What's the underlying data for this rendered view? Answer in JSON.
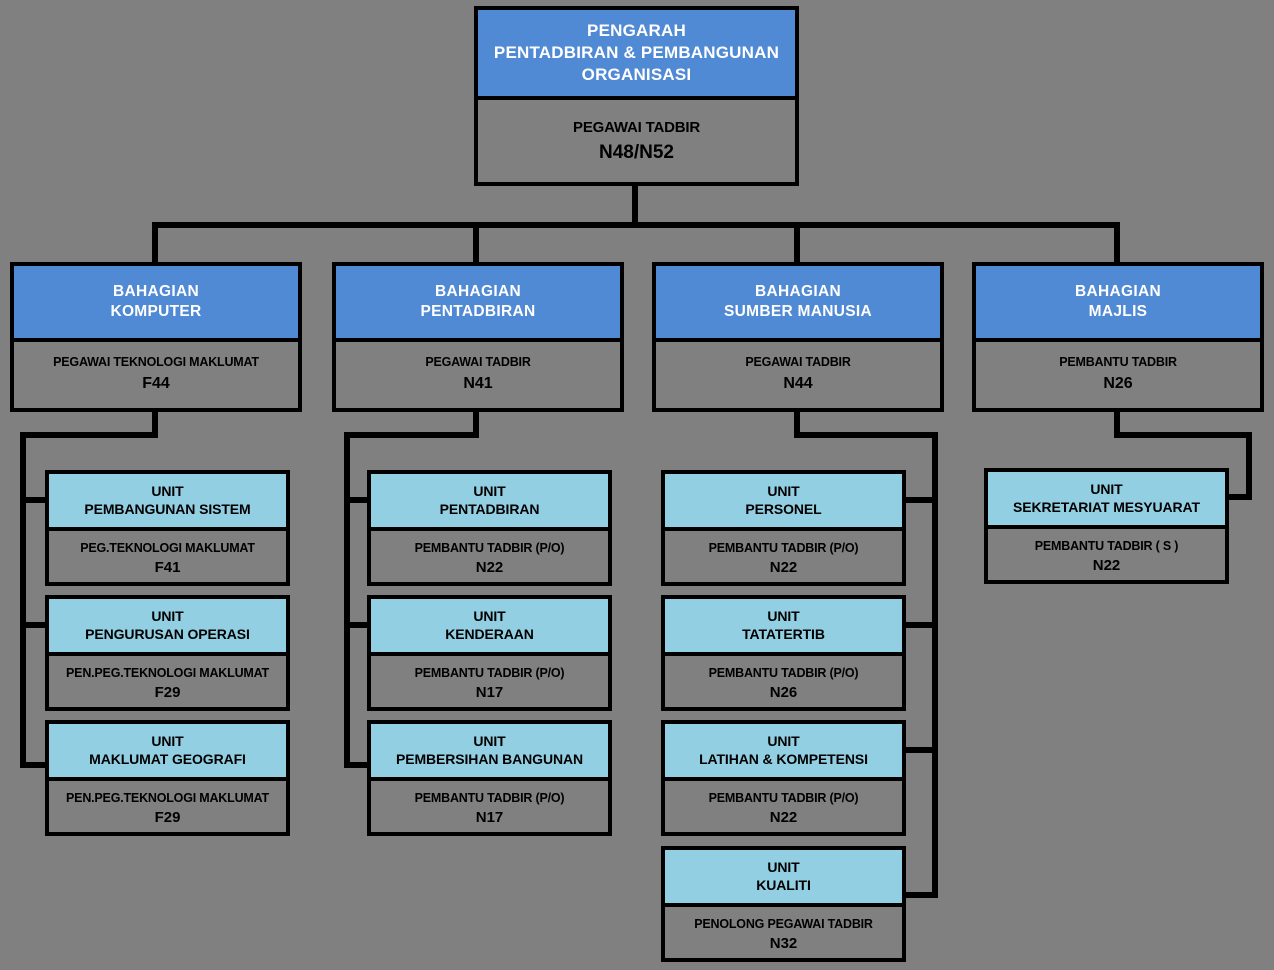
{
  "colors": {
    "background": "#808080",
    "level1_header": "#5089D4",
    "level2_header": "#5089D4",
    "level3_header": "#92CFE3",
    "body_fill": "#808080",
    "border": "#000000",
    "header_text": "#FFFFFF",
    "body_text": "#000000"
  },
  "chart_data": {
    "type": "diagram",
    "subtype": "organizational-chart",
    "title": "PENGARAH PENTADBIRAN & PEMBANGUNAN ORGANISASI"
  },
  "root": {
    "title_line1": "PENGARAH",
    "title_line2": "PENTADBIRAN & PEMBANGUNAN",
    "title_line3": "ORGANISASI",
    "role": "PEGAWAI TADBIR",
    "grade": "N48/N52"
  },
  "divisions": [
    {
      "title_line1": "BAHAGIAN",
      "title_line2": "KOMPUTER",
      "role": "PEGAWAI TEKNOLOGI MAKLUMAT",
      "grade": "F44",
      "units": [
        {
          "title_line1": "UNIT",
          "title_line2": "PEMBANGUNAN SISTEM",
          "role": "PEG.TEKNOLOGI MAKLUMAT",
          "grade": "F41"
        },
        {
          "title_line1": "UNIT",
          "title_line2": "PENGURUSAN OPERASI",
          "role": "PEN.PEG.TEKNOLOGI MAKLUMAT",
          "grade": "F29"
        },
        {
          "title_line1": "UNIT",
          "title_line2": "MAKLUMAT GEOGRAFI",
          "role": "PEN.PEG.TEKNOLOGI MAKLUMAT",
          "grade": "F29"
        }
      ]
    },
    {
      "title_line1": "BAHAGIAN",
      "title_line2": "PENTADBIRAN",
      "role": "PEGAWAI TADBIR",
      "grade": "N41",
      "units": [
        {
          "title_line1": "UNIT",
          "title_line2": "PENTADBIRAN",
          "role": "PEMBANTU TADBIR (P/O)",
          "grade": "N22"
        },
        {
          "title_line1": "UNIT",
          "title_line2": "KENDERAAN",
          "role": "PEMBANTU TADBIR (P/O)",
          "grade": "N17"
        },
        {
          "title_line1": "UNIT",
          "title_line2": "PEMBERSIHAN BANGUNAN",
          "role": "PEMBANTU TADBIR (P/O)",
          "grade": "N17"
        }
      ]
    },
    {
      "title_line1": "BAHAGIAN",
      "title_line2": "SUMBER MANUSIA",
      "role": "PEGAWAI TADBIR",
      "grade": "N44",
      "units": [
        {
          "title_line1": "UNIT",
          "title_line2": "PERSONEL",
          "role": "PEMBANTU TADBIR (P/O)",
          "grade": "N22"
        },
        {
          "title_line1": "UNIT",
          "title_line2": "TATATERTIB",
          "role": "PEMBANTU TADBIR (P/O)",
          "grade": "N26"
        },
        {
          "title_line1": "UNIT",
          "title_line2": "LATIHAN & KOMPETENSI",
          "role": "PEMBANTU TADBIR (P/O)",
          "grade": "N22"
        },
        {
          "title_line1": "UNIT",
          "title_line2": "KUALITI",
          "role": "PENOLONG PEGAWAI TADBIR",
          "grade": "N32"
        }
      ]
    },
    {
      "title_line1": "BAHAGIAN",
      "title_line2": "MAJLIS",
      "role": "PEMBANTU TADBIR",
      "grade": "N26",
      "units": [
        {
          "title_line1": "UNIT",
          "title_line2": "SEKRETARIAT MESYUARAT",
          "role": "PEMBANTU TADBIR ( S )",
          "grade": "N22"
        }
      ]
    }
  ]
}
